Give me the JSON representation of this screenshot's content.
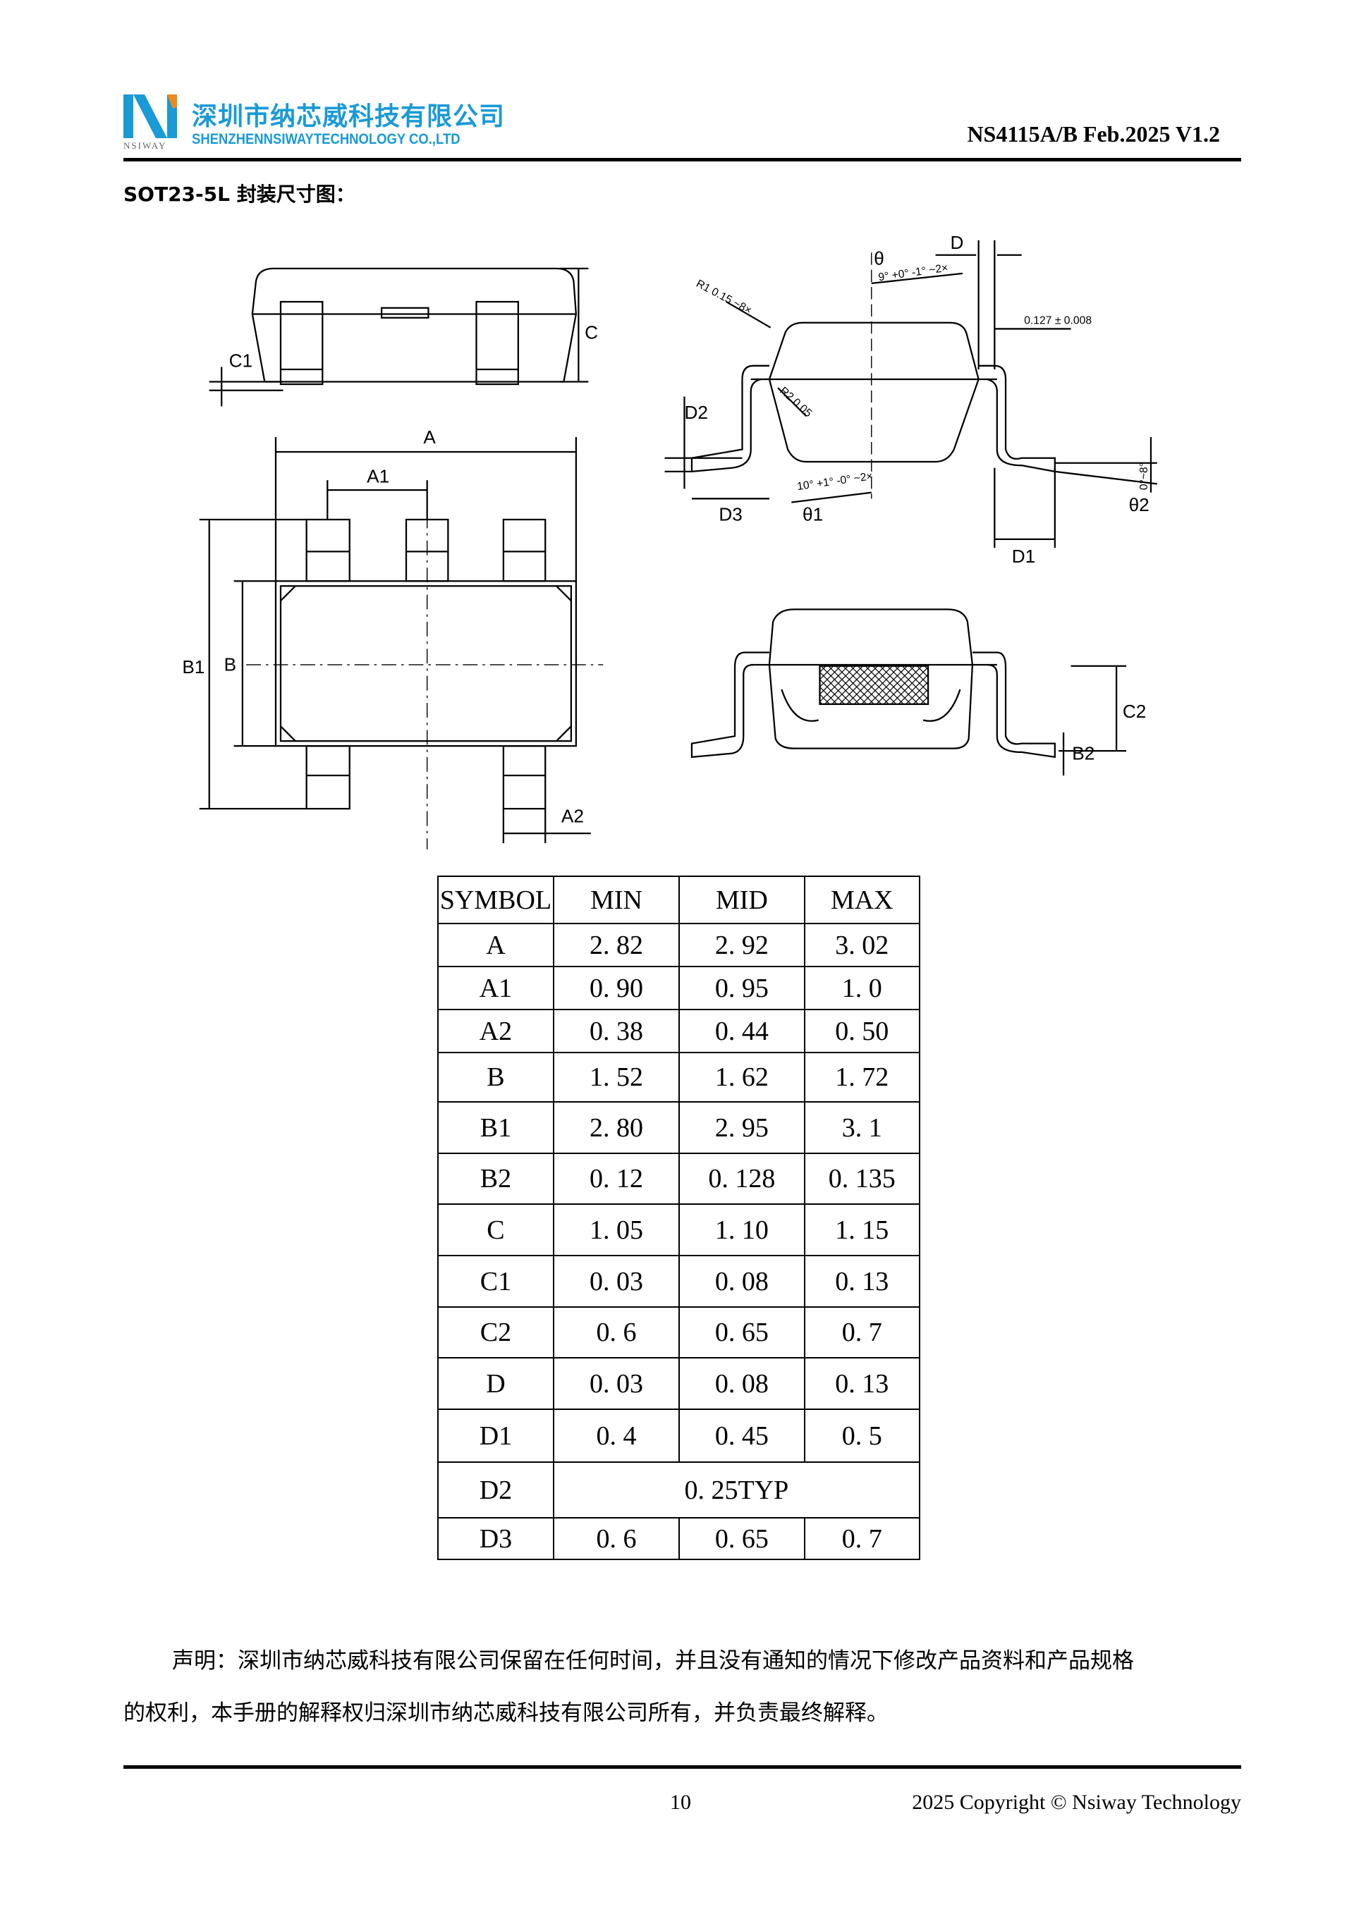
{
  "header": {
    "logo_text": "NSIWAY",
    "company_cn": "深圳市纳芯威科技有限公司",
    "company_en": "SHENZHENNSIWAYTECHNOLOGY CO.,LTD",
    "doc_id": "NS4115A/B Feb.2025 V1.2"
  },
  "section_title": "SOT23-5L 封装尺寸图：",
  "drawing_labels": {
    "C": "C",
    "C1": "C1",
    "A": "A",
    "A1": "A1",
    "A2": "A2",
    "B": "B",
    "B1": "B1",
    "D": "D",
    "theta": "θ",
    "theta_tol": "9° +0° -1° ~2×",
    "R1": "R1 0.15 ~8×",
    "lead_thk": "0.127 ± 0.008",
    "R2": "R2 0.05",
    "D2": "D2",
    "D3": "D3",
    "theta1": "θ1",
    "theta1_tol": "10° +1° -0° ~2×",
    "D1": "D1",
    "theta2": "θ2",
    "theta2_tol": "0°~8°",
    "C2": "C2",
    "B2": "B2"
  },
  "colors": {
    "brand_blue": "#1a9ad6",
    "brand_orange": "#f08a1c"
  },
  "table": {
    "headers": [
      "SYMBOL",
      "MIN",
      "MID",
      "MAX"
    ],
    "rows": [
      [
        "A",
        "2. 82",
        "2. 92",
        "3. 02"
      ],
      [
        "A1",
        "0. 90",
        "0. 95",
        "1. 0"
      ],
      [
        "A2",
        "0. 38",
        "0. 44",
        "0. 50"
      ],
      [
        "B",
        "1. 52",
        "1. 62",
        "1. 72"
      ],
      [
        "B1",
        "2. 80",
        "2. 95",
        "3. 1"
      ],
      [
        "B2",
        "0. 12",
        "0. 128",
        "0. 135"
      ],
      [
        "C",
        "1. 05",
        "1. 10",
        "1. 15"
      ],
      [
        "C1",
        "0. 03",
        "0. 08",
        "0. 13"
      ],
      [
        "C2",
        "0. 6",
        "0. 65",
        "0. 7"
      ],
      [
        "D",
        "0. 03",
        "0. 08",
        "0. 13"
      ],
      [
        "D1",
        "0. 4",
        "0. 45",
        "0. 5"
      ],
      [
        "D2",
        "0. 25TYP"
      ],
      [
        "D3",
        "0. 6",
        "0. 65",
        "0. 7"
      ]
    ]
  },
  "disclaimer": {
    "line1": "声明：深圳市纳芯威科技有限公司保留在任何时间，并且没有通知的情况下修改产品资料和产品规格",
    "line2": "的权利，本手册的解释权归深圳市纳芯威科技有限公司所有，并负责最终解释。"
  },
  "footer": {
    "page": "10",
    "copyright": "2025 Copyright © Nsiway Technology"
  }
}
